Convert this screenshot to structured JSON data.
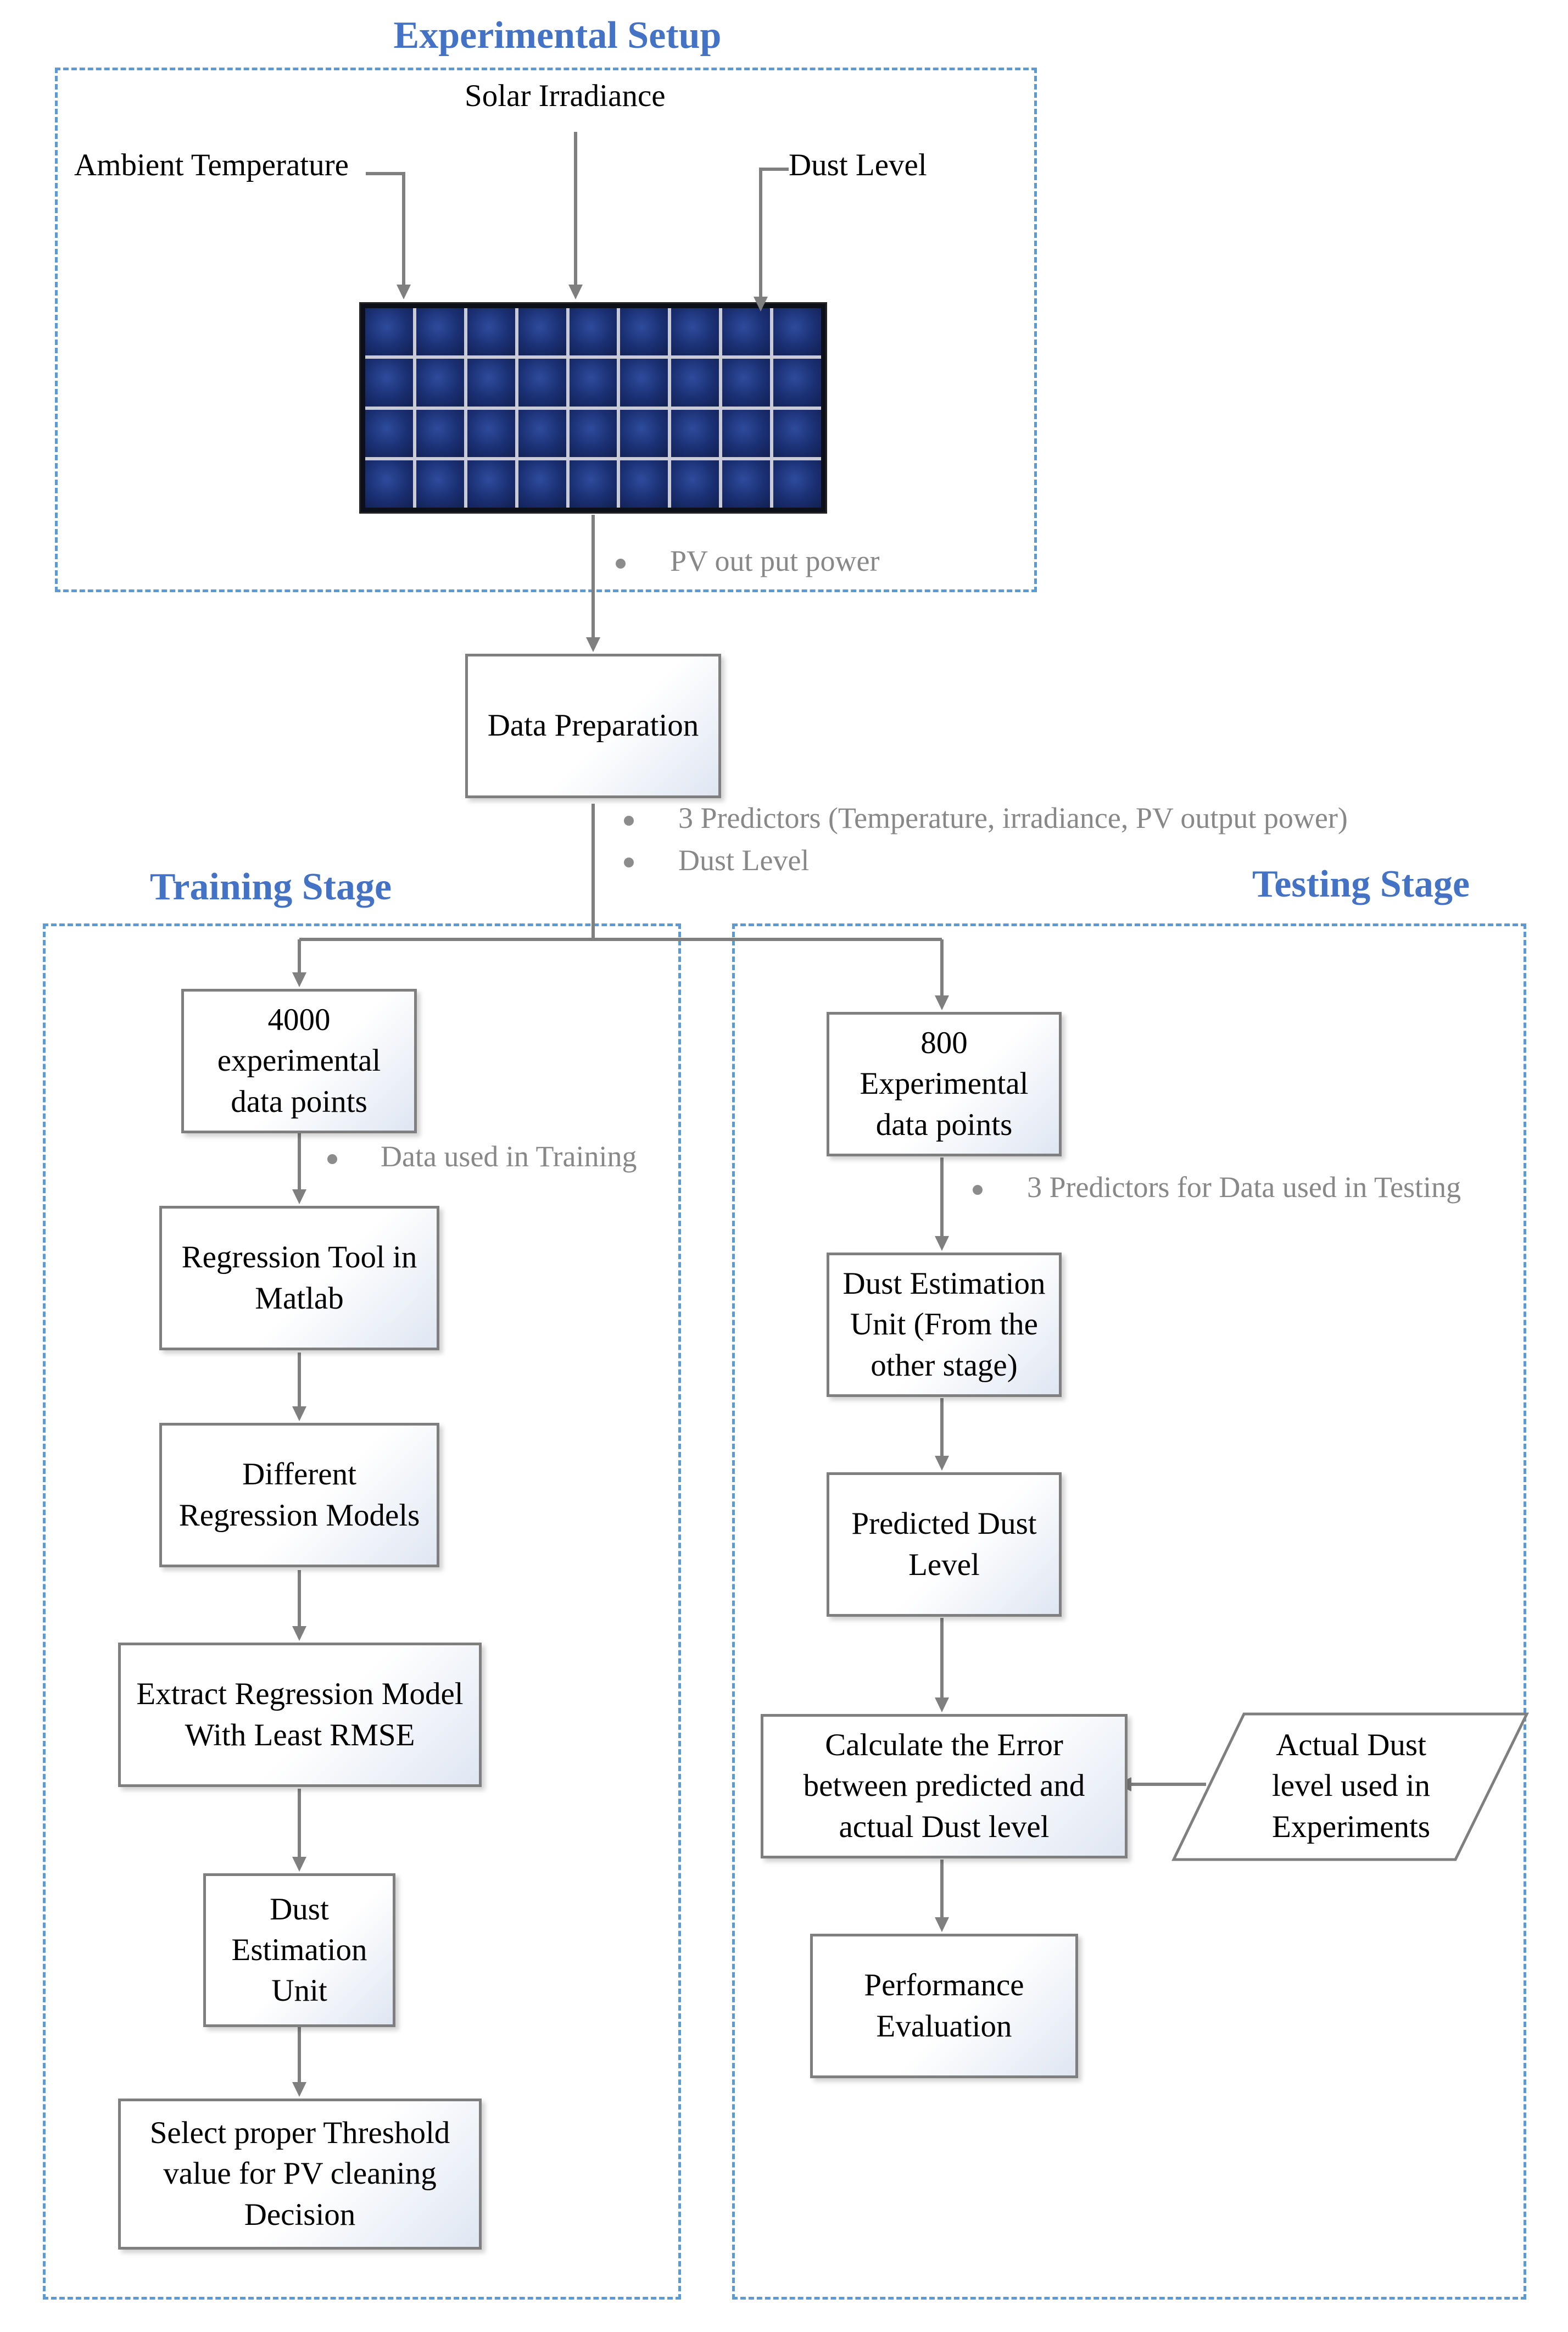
{
  "sections": {
    "experimental_setup": "Experimental Setup",
    "training_stage": "Training Stage",
    "testing_stage": "Testing Stage"
  },
  "inputs": {
    "solar_irradiance": "Solar Irradiance",
    "ambient_temperature": "Ambient Temperature",
    "dust_level": "Dust Level"
  },
  "notes": {
    "pv_output": "PV out put power",
    "predictors": "3 Predictors  (Temperature, irradiance, PV output power)",
    "dust_level": "Dust Level",
    "training_data": "Data used in Training",
    "testing_data": "3 Predictors for Data used in Testing"
  },
  "nodes": {
    "data_preparation": "Data Preparation",
    "training": {
      "data_points": "4000\nexperimental\ndata points",
      "regression_tool": "Regression Tool in\nMatlab",
      "models": "Different\nRegression Models",
      "extract_model": "Extract Regression Model\nWith Least RMSE",
      "dust_estimation": "Dust\nEstimation\nUnit",
      "threshold": "Select proper Threshold\nvalue for PV cleaning\nDecision"
    },
    "testing": {
      "data_points": "800\nExperimental\ndata points",
      "dust_estimation": "Dust Estimation\nUnit (From the\nother stage)",
      "predicted": "Predicted Dust\nLevel",
      "error": "Calculate the Error\nbetween predicted and\nactual Dust level",
      "actual": "Actual Dust\nlevel used in\nExperiments",
      "performance": "Performance\nEvaluation"
    }
  },
  "colors": {
    "section_title": "#4472c4",
    "dashed_border": "#5b9bd5",
    "connector": "#7f7f7f",
    "note_text": "#888888"
  }
}
